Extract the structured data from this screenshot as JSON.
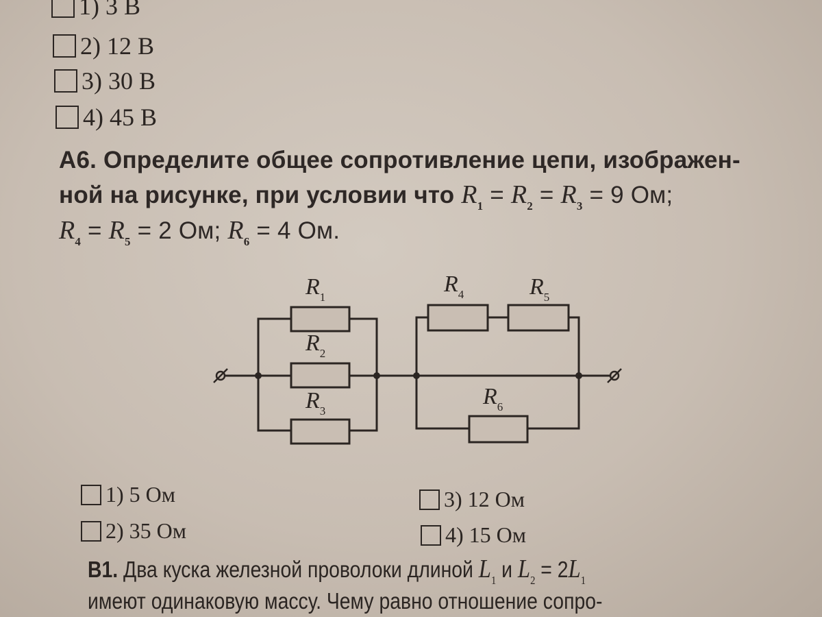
{
  "prev_question": {
    "options": [
      "1) 3 В",
      "2) 12 В",
      "3) 30 В",
      "4) 45 В"
    ]
  },
  "question_a6": {
    "number": "А6.",
    "line1": "Определите общее сопротивление цепи, изображен-",
    "line2_text": "ной на рисунке, при условии что",
    "line2_formula": {
      "r1": "R",
      "s1": "1",
      "eq1": " = ",
      "r2": "R",
      "s2": "2",
      "eq2": " = ",
      "r3": "R",
      "s3": "3",
      "val": " = 9 Ом;"
    },
    "line3_formula": {
      "r4": "R",
      "s4": "4",
      "eq1": " = ",
      "r5": "R",
      "s5": "5",
      "val1": " = 2 Ом; ",
      "r6": "R",
      "s6": "6",
      "val2": " = 4 Ом."
    }
  },
  "circuit": {
    "labels": [
      {
        "letter": "R",
        "sub": "1"
      },
      {
        "letter": "R",
        "sub": "2"
      },
      {
        "letter": "R",
        "sub": "3"
      },
      {
        "letter": "R",
        "sub": "4"
      },
      {
        "letter": "R",
        "sub": "5"
      },
      {
        "letter": "R",
        "sub": "6"
      }
    ]
  },
  "answers": [
    "1) 5 Ом",
    "2) 35 Ом",
    "3) 12 Ом",
    "4) 15 Ом"
  ],
  "question_b1": {
    "number": "В1.",
    "line1_text": "Два куска железной проволоки длиной",
    "l1": "L",
    "l1_sub": "1",
    "and": " и ",
    "l2": "L",
    "l2_sub": "2",
    "eq": " = 2",
    "l3": "L",
    "l3_sub": "1",
    "line2": "имеют одинаковую массу. Чему равно отношение сопро-"
  },
  "colors": {
    "paper": "#c9beb3",
    "ink": "#2b2522"
  }
}
